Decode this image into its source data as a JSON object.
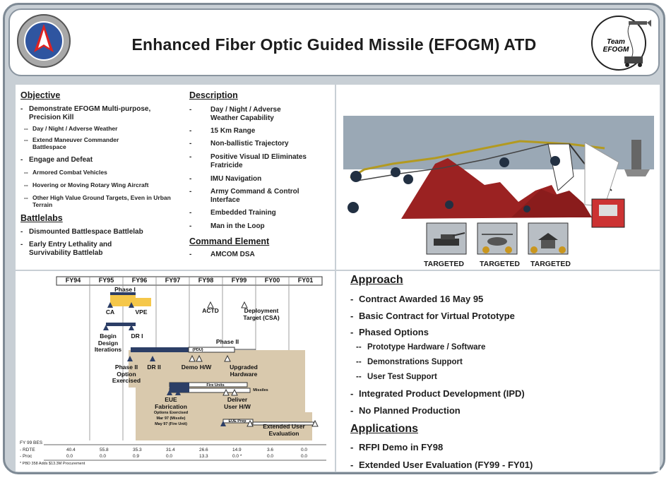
{
  "title": "Enhanced Fiber Optic Guided Missile (EFOGM) ATD",
  "logo_right": {
    "line1": "Team",
    "line2": "EFOGM"
  },
  "objective": {
    "heading": "Objective",
    "items": [
      {
        "dash": "-",
        "text": "Demonstrate EFOGM Multi-purpose, Precision Kill"
      },
      {
        "dash": "--",
        "text": "Day / Night / Adverse Weather"
      },
      {
        "dash": "--",
        "text": "Extend Maneuver Commander Battlespace"
      },
      {
        "dash": "-",
        "text": "Engage and Defeat"
      },
      {
        "dash": "--",
        "text": "Armored Combat Vehicles"
      },
      {
        "dash": "--",
        "text": "Hovering or Moving Rotary Wing Aircraft"
      },
      {
        "dash": "--",
        "text": "Other High Value Ground Targets, Even in Urban Terrain"
      }
    ]
  },
  "battlelabs": {
    "heading": "Battlelabs",
    "items": [
      "Dismounted Battlespace Battlelab",
      "Early Entry Lethality and Survivability Battlelab"
    ]
  },
  "description": {
    "heading": "Description",
    "items": [
      "Day / Night / Adverse Weather Capability",
      "15 Km Range",
      "Non-ballistic Trajectory",
      "Positive Visual ID Eliminates Fratricide",
      "IMU Navigation",
      "Army Command & Control Interface",
      "Embedded Training",
      "Man in the Loop"
    ]
  },
  "command": {
    "heading": "Command Element",
    "items": [
      "AMCOM DSA"
    ]
  },
  "targets": [
    "TARGETED",
    "TARGETED",
    "TARGETED"
  ],
  "schedule": {
    "years": [
      "FY94",
      "FY95",
      "FY96",
      "FY97",
      "FY98",
      "FY99",
      "FY00",
      "FY01"
    ],
    "labels": {
      "phase1": "Phase I",
      "ca": "CA",
      "vpe": "VPE",
      "begin": "Begin Design Iterations",
      "dr1": "DR I",
      "actd": "ACTD",
      "deploy": "Deployment Target (CSA)",
      "phase2": "Phase II",
      "pdu": "(PDU)",
      "phase2opt": "Phase II Option Exercised",
      "dr2": "DR II",
      "demo": "Demo H/W",
      "upgraded": "Upgraded Hardware",
      "fire_units": "Fire Units",
      "missiles": "Missiles",
      "eue_fab": "EUE Fabrication",
      "options": "Options Exercised",
      "mar97": "Mar 97 (Missile)",
      "may97": "May 97 (Fire Unit)",
      "deliver": "Deliver User H/W",
      "eue_prep": "EUE Prep",
      "extended": "Extended User Evaluation"
    },
    "funding": {
      "title": "FY 99 BES",
      "rows": [
        {
          "label": "- RDTE",
          "values": [
            "40.4",
            "55.8",
            "35.3",
            "31.4",
            "26.6",
            "14.9",
            "3.6",
            "0.0"
          ]
        },
        {
          "label": "- Proc",
          "values": [
            "0.0",
            "0.0",
            "0.9",
            "0.0",
            "13.3",
            "0.0 *",
            "0.0",
            "0.0"
          ]
        }
      ],
      "note": "* PBD 358 Adds $13.3M Procurement"
    }
  },
  "approach": {
    "heading": "Approach",
    "items": [
      {
        "dash": "-",
        "text": "Contract Awarded 16 May 95"
      },
      {
        "dash": "-",
        "text": "Basic Contract for Virtual Prototype"
      },
      {
        "dash": "-",
        "text": "Phased Options"
      },
      {
        "dash": "--",
        "text": "Prototype Hardware / Software"
      },
      {
        "dash": "--",
        "text": "Demonstrations Support"
      },
      {
        "dash": "--",
        "text": "User Test Support"
      },
      {
        "dash": "-",
        "text": "Integrated Product Development (IPD)"
      },
      {
        "dash": "-",
        "text": "No Planned Production"
      }
    ]
  },
  "applications": {
    "heading": "Applications",
    "items": [
      "RFPI Demo in FY98",
      "Extended User Evaluation (FY99 - FY01)"
    ]
  },
  "colors": {
    "frame": "#c8cfd5",
    "bar": "#2c3e66",
    "highlight": "#f5c74a",
    "mountain": "#9b2222",
    "shade": "#d9c9ad"
  }
}
